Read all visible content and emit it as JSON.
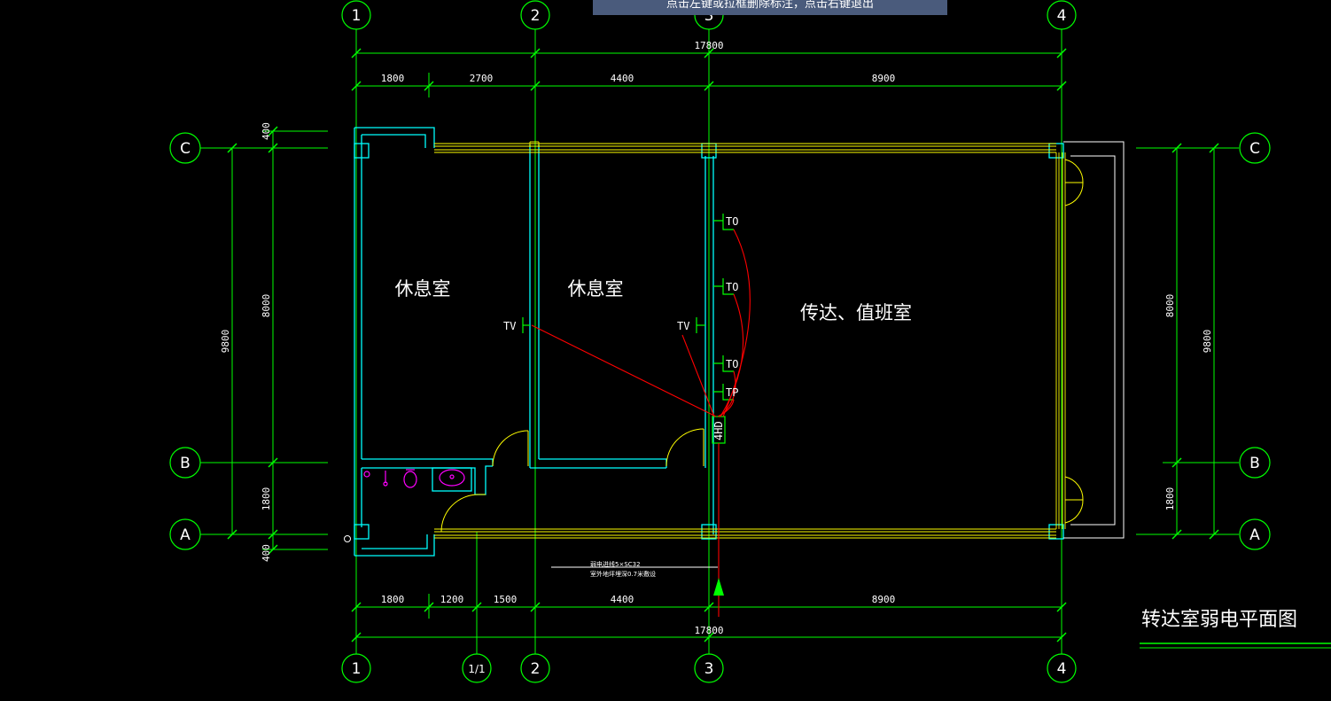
{
  "hint_bar": {
    "text": "点击左键或拉框删除标注，点击右键退出"
  },
  "colors": {
    "background": "#000000",
    "dimension": "#00ff00",
    "wall": "#00ffff",
    "window": "#ffff00",
    "cable": "#ff0000",
    "fixture": "#ff00ff",
    "hint_bg": "#4a5b7c"
  },
  "axes": {
    "top": [
      "1",
      "2",
      "3",
      "4"
    ],
    "bottom": [
      "1",
      "1/1",
      "2",
      "3",
      "4"
    ],
    "left": [
      "C",
      "B",
      "A"
    ],
    "right": [
      "C",
      "B",
      "A"
    ]
  },
  "dimensions": {
    "top_total": "17800",
    "top_segments": [
      "1800",
      "2700",
      "4400",
      "8900"
    ],
    "bottom_segments": [
      "1800",
      "1200",
      "1500",
      "4400",
      "8900"
    ],
    "bottom_total": "17800",
    "left_inner": [
      "400",
      "8000",
      "1800",
      "400"
    ],
    "left_outer": "9800",
    "right_inner": [
      "8000",
      "1800"
    ],
    "right_outer": "9800"
  },
  "rooms": {
    "rest_room_1": "休息室",
    "rest_room_2": "休息室",
    "duty_room": "传达、值班室"
  },
  "devices": {
    "to_1": "TO",
    "to_2": "TO",
    "to_3": "TO",
    "tp": "TP",
    "tv_1": "TV",
    "tv_2": "TV",
    "box": "4HD"
  },
  "cable_note": {
    "line1": "弱电进线5×SC32",
    "line2": "室外地坪埋深0.7米敷设"
  },
  "drawing_title": "转达室弱电平面图"
}
